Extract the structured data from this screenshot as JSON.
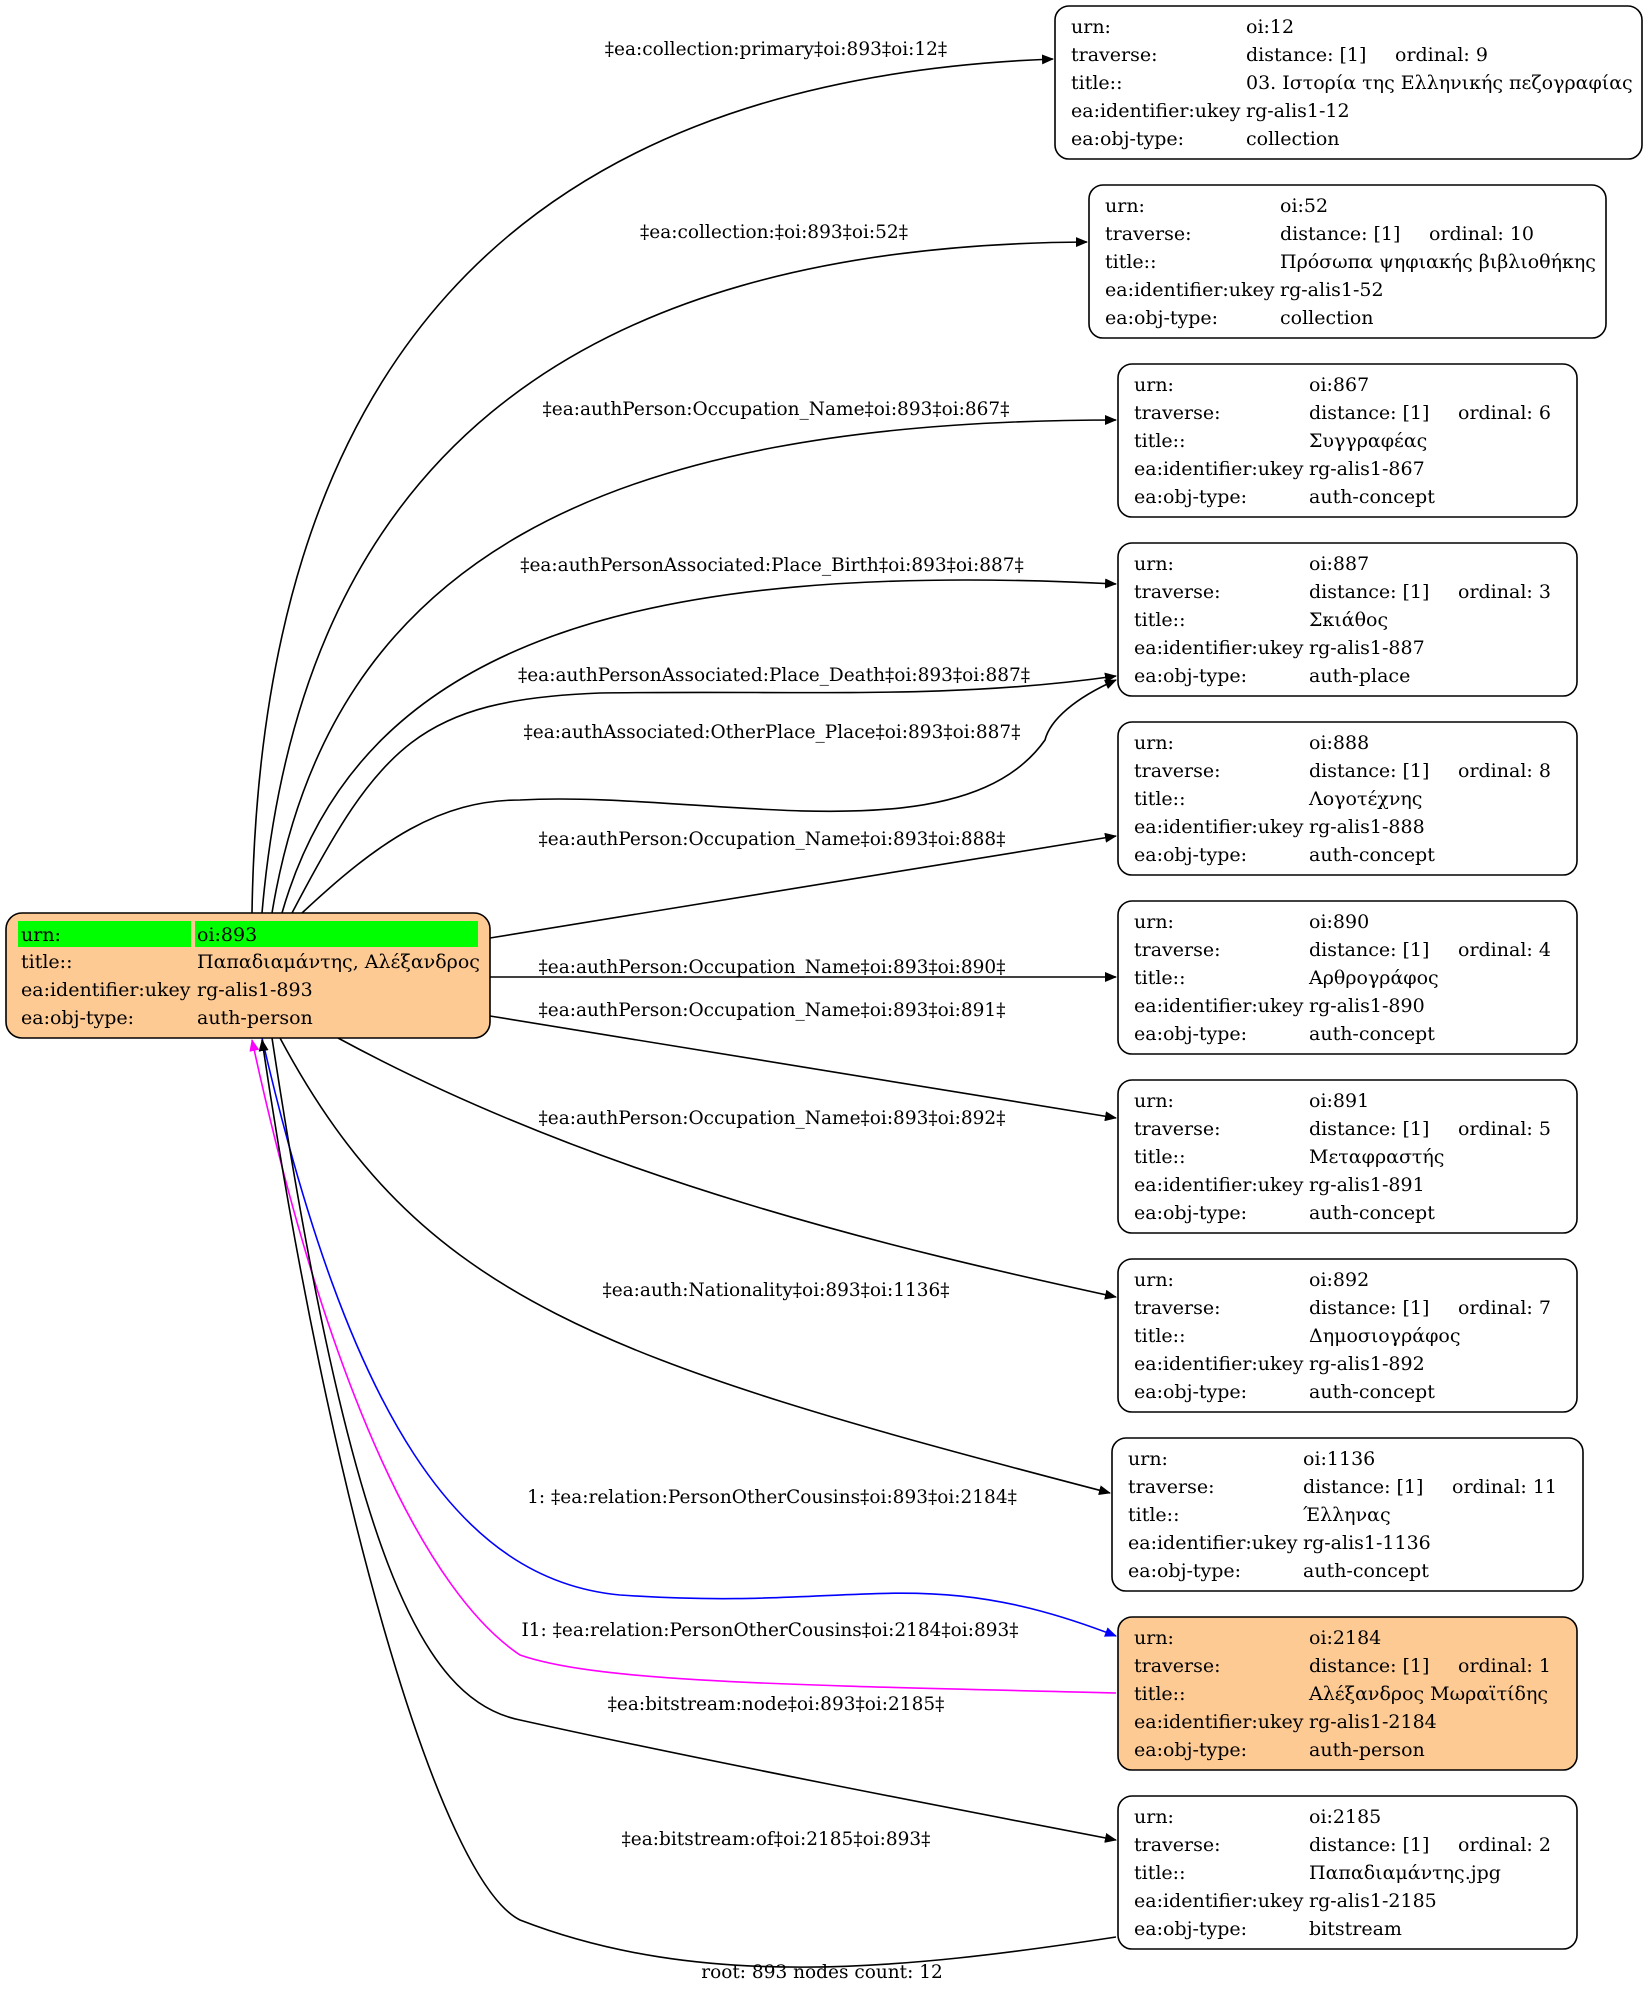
{
  "colors": {
    "root_fill": "#fdca94",
    "root_highlight": "#00ff00",
    "related_fill": "#fdca94",
    "plain_fill": "#ffffff",
    "edge_default": "#000000",
    "edge_relation": "#0000ff",
    "edge_inverse": "#ff00ff"
  },
  "root": {
    "urn_label": "urn:",
    "urn_value": "oi:893",
    "title_label": "title::",
    "title_value": "Παπαδιαμάντης, Αλέξανδρος",
    "ukey_label": "ea:identifier:ukey",
    "ukey_value": "rg-alis1-893",
    "type_label": "ea:obj-type:",
    "type_value": "auth-person"
  },
  "nodes": [
    {
      "urn_label": "urn:",
      "urn": "oi:12",
      "traverse_label": "traverse:",
      "distance": "distance: [1]",
      "ordinal": "ordinal: 9",
      "title_label": "title::",
      "title": "03. Ιστορία της Ελληνικής πεζογραφίας",
      "ukey_label": "ea:identifier:ukey",
      "ukey": "rg-alis1-12",
      "type_label": "ea:obj-type:",
      "type": "collection",
      "highlight": false
    },
    {
      "urn_label": "urn:",
      "urn": "oi:52",
      "traverse_label": "traverse:",
      "distance": "distance: [1]",
      "ordinal": "ordinal: 10",
      "title_label": "title::",
      "title": "Πρόσωπα ψηφιακής βιβλιοθήκης",
      "ukey_label": "ea:identifier:ukey",
      "ukey": "rg-alis1-52",
      "type_label": "ea:obj-type:",
      "type": "collection",
      "highlight": false
    },
    {
      "urn_label": "urn:",
      "urn": "oi:867",
      "traverse_label": "traverse:",
      "distance": "distance: [1]",
      "ordinal": "ordinal: 6",
      "title_label": "title::",
      "title": "Συγγραφέας",
      "ukey_label": "ea:identifier:ukey",
      "ukey": "rg-alis1-867",
      "type_label": "ea:obj-type:",
      "type": "auth-concept",
      "highlight": false
    },
    {
      "urn_label": "urn:",
      "urn": "oi:887",
      "traverse_label": "traverse:",
      "distance": "distance: [1]",
      "ordinal": "ordinal: 3",
      "title_label": "title::",
      "title": "Σκιάθος",
      "ukey_label": "ea:identifier:ukey",
      "ukey": "rg-alis1-887",
      "type_label": "ea:obj-type:",
      "type": "auth-place",
      "highlight": false
    },
    {
      "urn_label": "urn:",
      "urn": "oi:888",
      "traverse_label": "traverse:",
      "distance": "distance: [1]",
      "ordinal": "ordinal: 8",
      "title_label": "title::",
      "title": "Λογοτέχνης",
      "ukey_label": "ea:identifier:ukey",
      "ukey": "rg-alis1-888",
      "type_label": "ea:obj-type:",
      "type": "auth-concept",
      "highlight": false
    },
    {
      "urn_label": "urn:",
      "urn": "oi:890",
      "traverse_label": "traverse:",
      "distance": "distance: [1]",
      "ordinal": "ordinal: 4",
      "title_label": "title::",
      "title": "Αρθρογράφος",
      "ukey_label": "ea:identifier:ukey",
      "ukey": "rg-alis1-890",
      "type_label": "ea:obj-type:",
      "type": "auth-concept",
      "highlight": false
    },
    {
      "urn_label": "urn:",
      "urn": "oi:891",
      "traverse_label": "traverse:",
      "distance": "distance: [1]",
      "ordinal": "ordinal: 5",
      "title_label": "title::",
      "title": "Μεταφραστής",
      "ukey_label": "ea:identifier:ukey",
      "ukey": "rg-alis1-891",
      "type_label": "ea:obj-type:",
      "type": "auth-concept",
      "highlight": false
    },
    {
      "urn_label": "urn:",
      "urn": "oi:892",
      "traverse_label": "traverse:",
      "distance": "distance: [1]",
      "ordinal": "ordinal: 7",
      "title_label": "title::",
      "title": "Δημοσιογράφος",
      "ukey_label": "ea:identifier:ukey",
      "ukey": "rg-alis1-892",
      "type_label": "ea:obj-type:",
      "type": "auth-concept",
      "highlight": false
    },
    {
      "urn_label": "urn:",
      "urn": "oi:1136",
      "traverse_label": "traverse:",
      "distance": "distance: [1]",
      "ordinal": "ordinal: 11",
      "title_label": "title::",
      "title": "Έλληνας",
      "ukey_label": "ea:identifier:ukey",
      "ukey": "rg-alis1-1136",
      "type_label": "ea:obj-type:",
      "type": "auth-concept",
      "highlight": false
    },
    {
      "urn_label": "urn:",
      "urn": "oi:2184",
      "traverse_label": "traverse:",
      "distance": "distance: [1]",
      "ordinal": "ordinal: 1",
      "title_label": "title::",
      "title": "Αλέξανδρος Μωραϊτίδης",
      "ukey_label": "ea:identifier:ukey",
      "ukey": "rg-alis1-2184",
      "type_label": "ea:obj-type:",
      "type": "auth-person",
      "highlight": true
    },
    {
      "urn_label": "urn:",
      "urn": "oi:2185",
      "traverse_label": "traverse:",
      "distance": "distance: [1]",
      "ordinal": "ordinal: 2",
      "title_label": "title::",
      "title": "Παπαδιαμάντης.jpg",
      "ukey_label": "ea:identifier:ukey",
      "ukey": "rg-alis1-2185",
      "type_label": "ea:obj-type:",
      "type": "bitstream",
      "highlight": false
    }
  ],
  "edges": [
    {
      "label": "‡ea:collection:primary‡oi:893‡oi:12‡",
      "target": "oi:12",
      "kind": "default"
    },
    {
      "label": "‡ea:collection:‡oi:893‡oi:52‡",
      "target": "oi:52",
      "kind": "default"
    },
    {
      "label": "‡ea:authPerson:Occupation_Name‡oi:893‡oi:867‡",
      "target": "oi:867",
      "kind": "default"
    },
    {
      "label": "‡ea:authPersonAssociated:Place_Birth‡oi:893‡oi:887‡",
      "target": "oi:887",
      "kind": "default"
    },
    {
      "label": "‡ea:authPersonAssociated:Place_Death‡oi:893‡oi:887‡",
      "target": "oi:887",
      "kind": "default"
    },
    {
      "label": "‡ea:authAssociated:OtherPlace_Place‡oi:893‡oi:887‡",
      "target": "oi:887",
      "kind": "default"
    },
    {
      "label": "‡ea:authPerson:Occupation_Name‡oi:893‡oi:888‡",
      "target": "oi:888",
      "kind": "default"
    },
    {
      "label": "‡ea:authPerson:Occupation_Name‡oi:893‡oi:890‡",
      "target": "oi:890",
      "kind": "default"
    },
    {
      "label": "‡ea:authPerson:Occupation_Name‡oi:893‡oi:891‡",
      "target": "oi:891",
      "kind": "default"
    },
    {
      "label": "‡ea:authPerson:Occupation_Name‡oi:893‡oi:892‡",
      "target": "oi:892",
      "kind": "default"
    },
    {
      "label": "‡ea:auth:Nationality‡oi:893‡oi:1136‡",
      "target": "oi:1136",
      "kind": "default"
    },
    {
      "label": "1: ‡ea:relation:PersonOtherCousins‡oi:893‡oi:2184‡",
      "target": "oi:2184",
      "kind": "relation"
    },
    {
      "label": "I1: ‡ea:relation:PersonOtherCousins‡oi:2184‡oi:893‡",
      "target": "oi:893",
      "kind": "inverse"
    },
    {
      "label": "‡ea:bitstream:node‡oi:893‡oi:2185‡",
      "target": "oi:2185",
      "kind": "default"
    },
    {
      "label": "‡ea:bitstream:of‡oi:2185‡oi:893‡",
      "target": "oi:893",
      "kind": "default"
    }
  ],
  "footer": "root: 893 nodes count: 12"
}
